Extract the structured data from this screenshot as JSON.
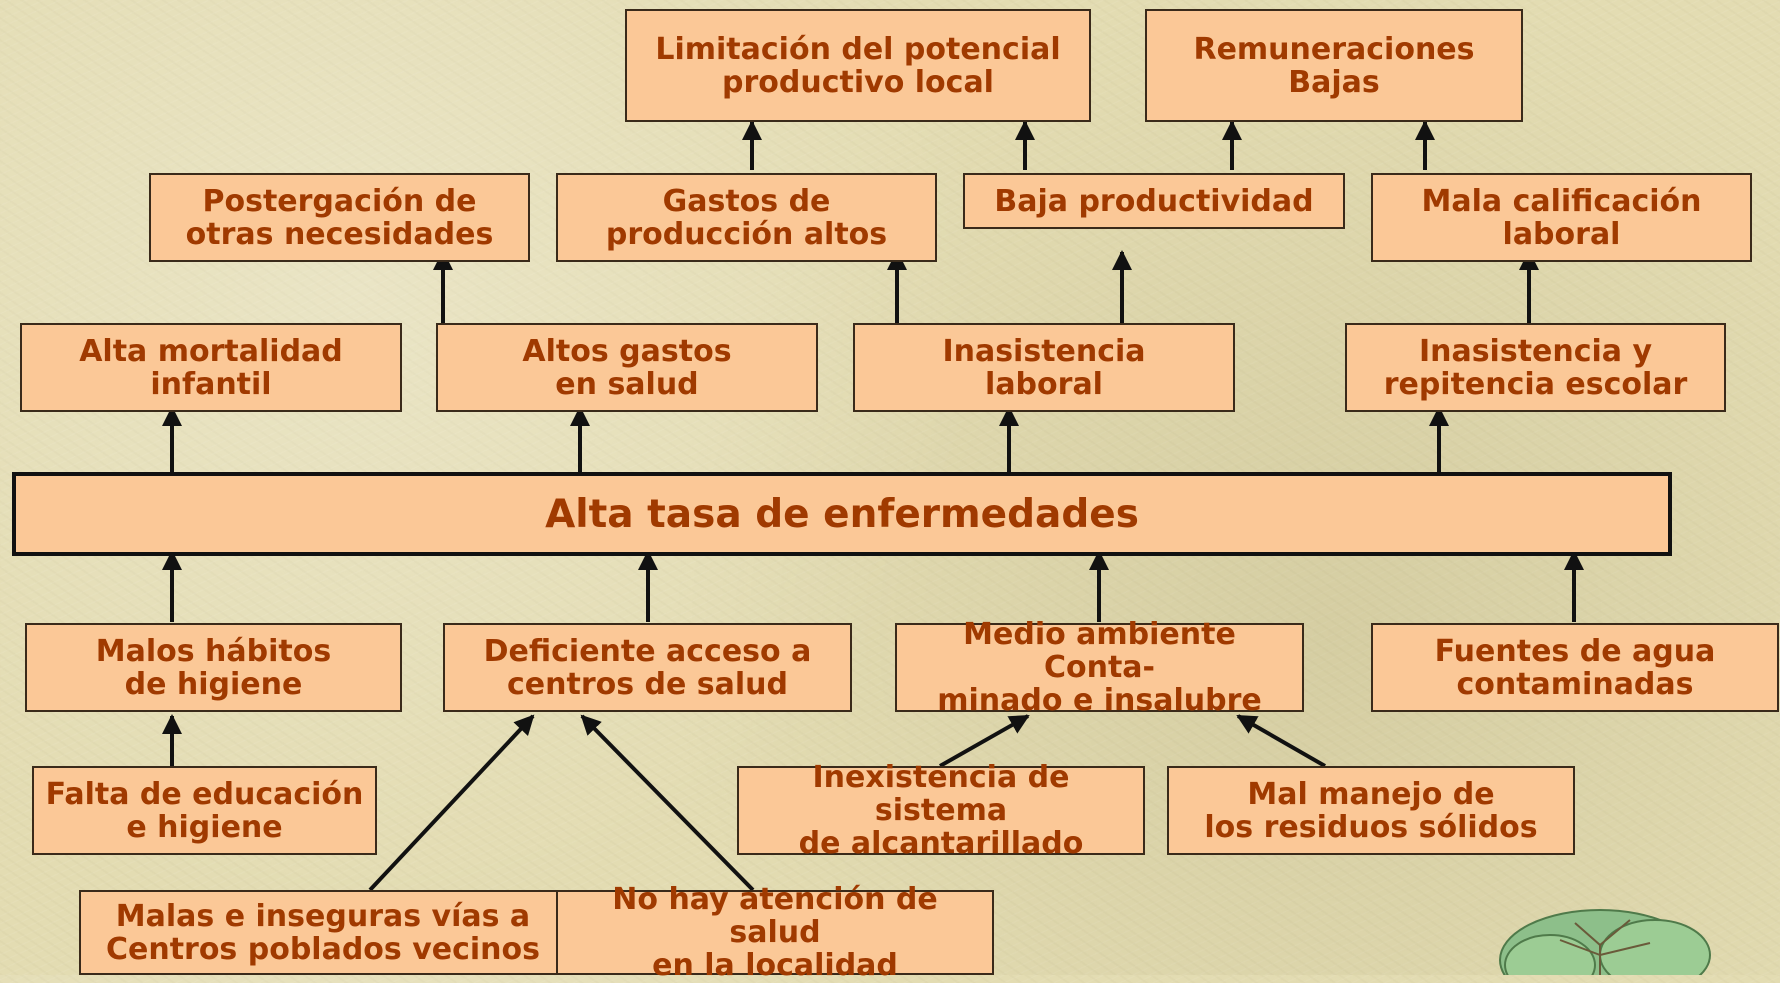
{
  "nodes": {
    "limitacion": "Limitación del potencial\nproductivo local",
    "remuneraciones": "Remuneraciones\nBajas",
    "postergacion": "Postergación de\notras necesidades",
    "gastos_produccion": "Gastos de\nproducción altos",
    "baja_productividad": "Baja productividad",
    "mala_calificacion": "Mala calificación\nlaboral",
    "alta_mortalidad": "Alta mortalidad\ninfantil",
    "altos_gastos": "Altos gastos\nen salud",
    "inasistencia_laboral": "Inasistencia\nlaboral",
    "inasistencia_escolar": "Inasistencia y\nrepitencia escolar",
    "central": "Alta tasa de enfermedades",
    "malos_habitos": "Malos hábitos\nde higiene",
    "deficiente_acceso": "Deficiente acceso a\ncentros de salud",
    "medio_ambiente": "Medio ambiente Conta-\nminado e insalubre",
    "fuentes_agua": "Fuentes de agua\ncontaminadas",
    "falta_educacion": "Falta de educación\ne higiene",
    "inexistencia_alcantarillado": "Inexistencia de sistema\nde alcantarillado",
    "mal_manejo": "Mal manejo de\nlos residuos sólidos",
    "malas_vias": "Malas e inseguras vías a\nCentros poblados vecinos",
    "no_atencion": "No hay atención de salud\nen la localidad"
  },
  "colors": {
    "box_fill": "#fbc897",
    "text": "#a03a00",
    "line": "#111111",
    "background": "#e3dcb2"
  },
  "decoration": {
    "icon": "tree-icon"
  }
}
